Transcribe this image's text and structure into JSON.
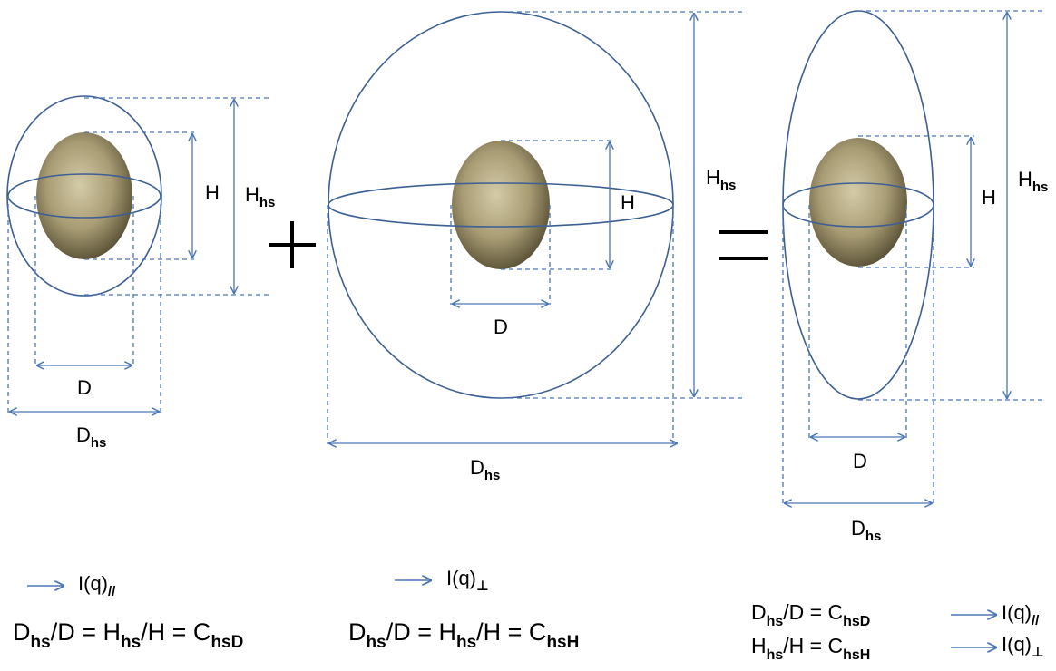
{
  "labels": {
    "H": "H",
    "D": "D",
    "H_main": "H",
    "D_main": "D",
    "hs_sub": "hs"
  },
  "legend": {
    "parallel": {
      "base": "I(q)",
      "sub": "//"
    },
    "perp": {
      "base": "I(q)",
      "sub": "⊥"
    }
  },
  "formulas": {
    "left": {
      "p1": "D",
      "s1": "hs",
      "p2": "/D = H",
      "s2": "hs",
      "p3": "/H = C",
      "s3": "hsD"
    },
    "middle": {
      "p1": "D",
      "s1": "hs",
      "p2": "/D = H",
      "s2": "hs",
      "p3": "/H = C",
      "s3": "hsH"
    },
    "right_line1": {
      "p1": "D",
      "s1": "hs",
      "p2": "/D = C",
      "s2": "hsD"
    },
    "right_line2": {
      "p1": "H",
      "s1": "hs",
      "p2": "/H = C",
      "s2": "hsH"
    }
  },
  "colors": {
    "line": "#4a76b6",
    "outline": "#3c5f94",
    "particle_light": "#d2c8a4",
    "particle_dark": "#5a5236",
    "operator": "#000000"
  }
}
